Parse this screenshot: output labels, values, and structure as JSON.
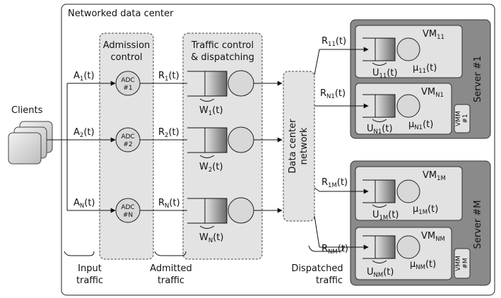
{
  "diagram": {
    "frame_title": "Networked data center",
    "clients": "Clients",
    "admission": {
      "line1": "Admission",
      "line2": "control"
    },
    "traffic_ctrl": {
      "line1": "Traffic control",
      "line2": "& dispatching"
    },
    "network": {
      "line1": "Data center",
      "line2": "network"
    },
    "adc": [
      {
        "top": "ADC",
        "bottom": "#1",
        "a_base": "A",
        "a_sub": "1",
        "r_base": "R",
        "r_sub": "1",
        "w_base": "W",
        "w_sub": "1",
        "arg": "(t)"
      },
      {
        "top": "ADC",
        "bottom": "#2",
        "a_base": "A",
        "a_sub": "2",
        "r_base": "R",
        "r_sub": "2",
        "w_base": "W",
        "w_sub": "2",
        "arg": "(t)"
      },
      {
        "top": "ADC",
        "bottom": "#N",
        "a_base": "A",
        "a_sub": "N",
        "r_base": "R",
        "r_sub": "N",
        "w_base": "W",
        "w_sub": "N",
        "arg": "(t)"
      }
    ],
    "servers": [
      {
        "label": "Server #1",
        "vmm": {
          "top": "VMM",
          "bottom": "#1"
        },
        "vms": [
          {
            "vm_base": "VM",
            "vm_sub": "11",
            "u_base": "U",
            "u_sub": "11",
            "mu_base": "μ",
            "mu_sub": "11",
            "r_base": "R",
            "r_sub": "11",
            "arg": "(t)"
          },
          {
            "vm_base": "VM",
            "vm_sub": "N1",
            "u_base": "U",
            "u_sub": "N1",
            "mu_base": "μ",
            "mu_sub": "N1",
            "r_base": "R",
            "r_sub": "N1",
            "arg": "(t)"
          }
        ]
      },
      {
        "label": "Server #M",
        "vmm": {
          "top": "VMM",
          "bottom": "#M"
        },
        "vms": [
          {
            "vm_base": "VM",
            "vm_sub": "1M",
            "u_base": "U",
            "u_sub": "1M",
            "mu_base": "μ",
            "mu_sub": "1M",
            "r_base": "R",
            "r_sub": "1M",
            "arg": "(t)"
          },
          {
            "vm_base": "VM",
            "vm_sub": "NM",
            "u_base": "U",
            "u_sub": "NM",
            "mu_base": "μ",
            "mu_sub": "NM",
            "r_base": "R",
            "r_sub": "NM",
            "arg": "(t)"
          }
        ]
      }
    ],
    "bottom_labels": {
      "input": {
        "line1": "Input",
        "line2": "traffic"
      },
      "admitted": {
        "line1": "Admitted",
        "line2": "traffic"
      },
      "dispatched": {
        "line1": "Dispatched",
        "line2": "traffic"
      }
    }
  }
}
